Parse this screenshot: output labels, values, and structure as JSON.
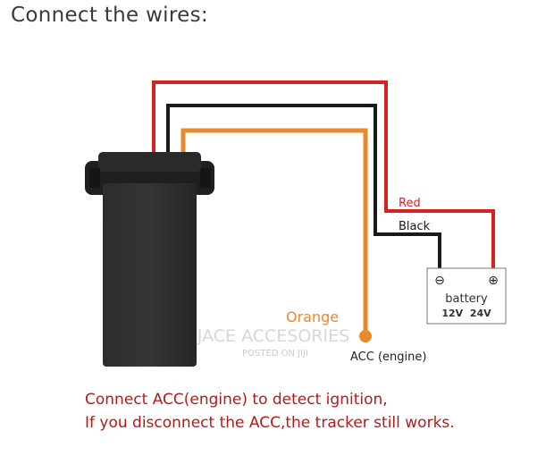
{
  "title": "Connect the wires:",
  "wires": {
    "red": {
      "label": "Red",
      "color": "#d6231f"
    },
    "black": {
      "label": "Black",
      "color": "#1a1a1a"
    },
    "orange": {
      "label": "Orange",
      "color": "#e8892c"
    }
  },
  "battery": {
    "label": "battery",
    "voltages": "12V  24V",
    "negative_symbol": "⊖",
    "positive_symbol": "⊕"
  },
  "acc_label": "ACC (engine)",
  "watermark": {
    "brand": "JACE ACCESORIES",
    "posted": "POSTED ON JIJI"
  },
  "captions": [
    "Connect ACC(engine) to detect ignition,",
    "If you disconnect the ACC,the tracker still works."
  ]
}
